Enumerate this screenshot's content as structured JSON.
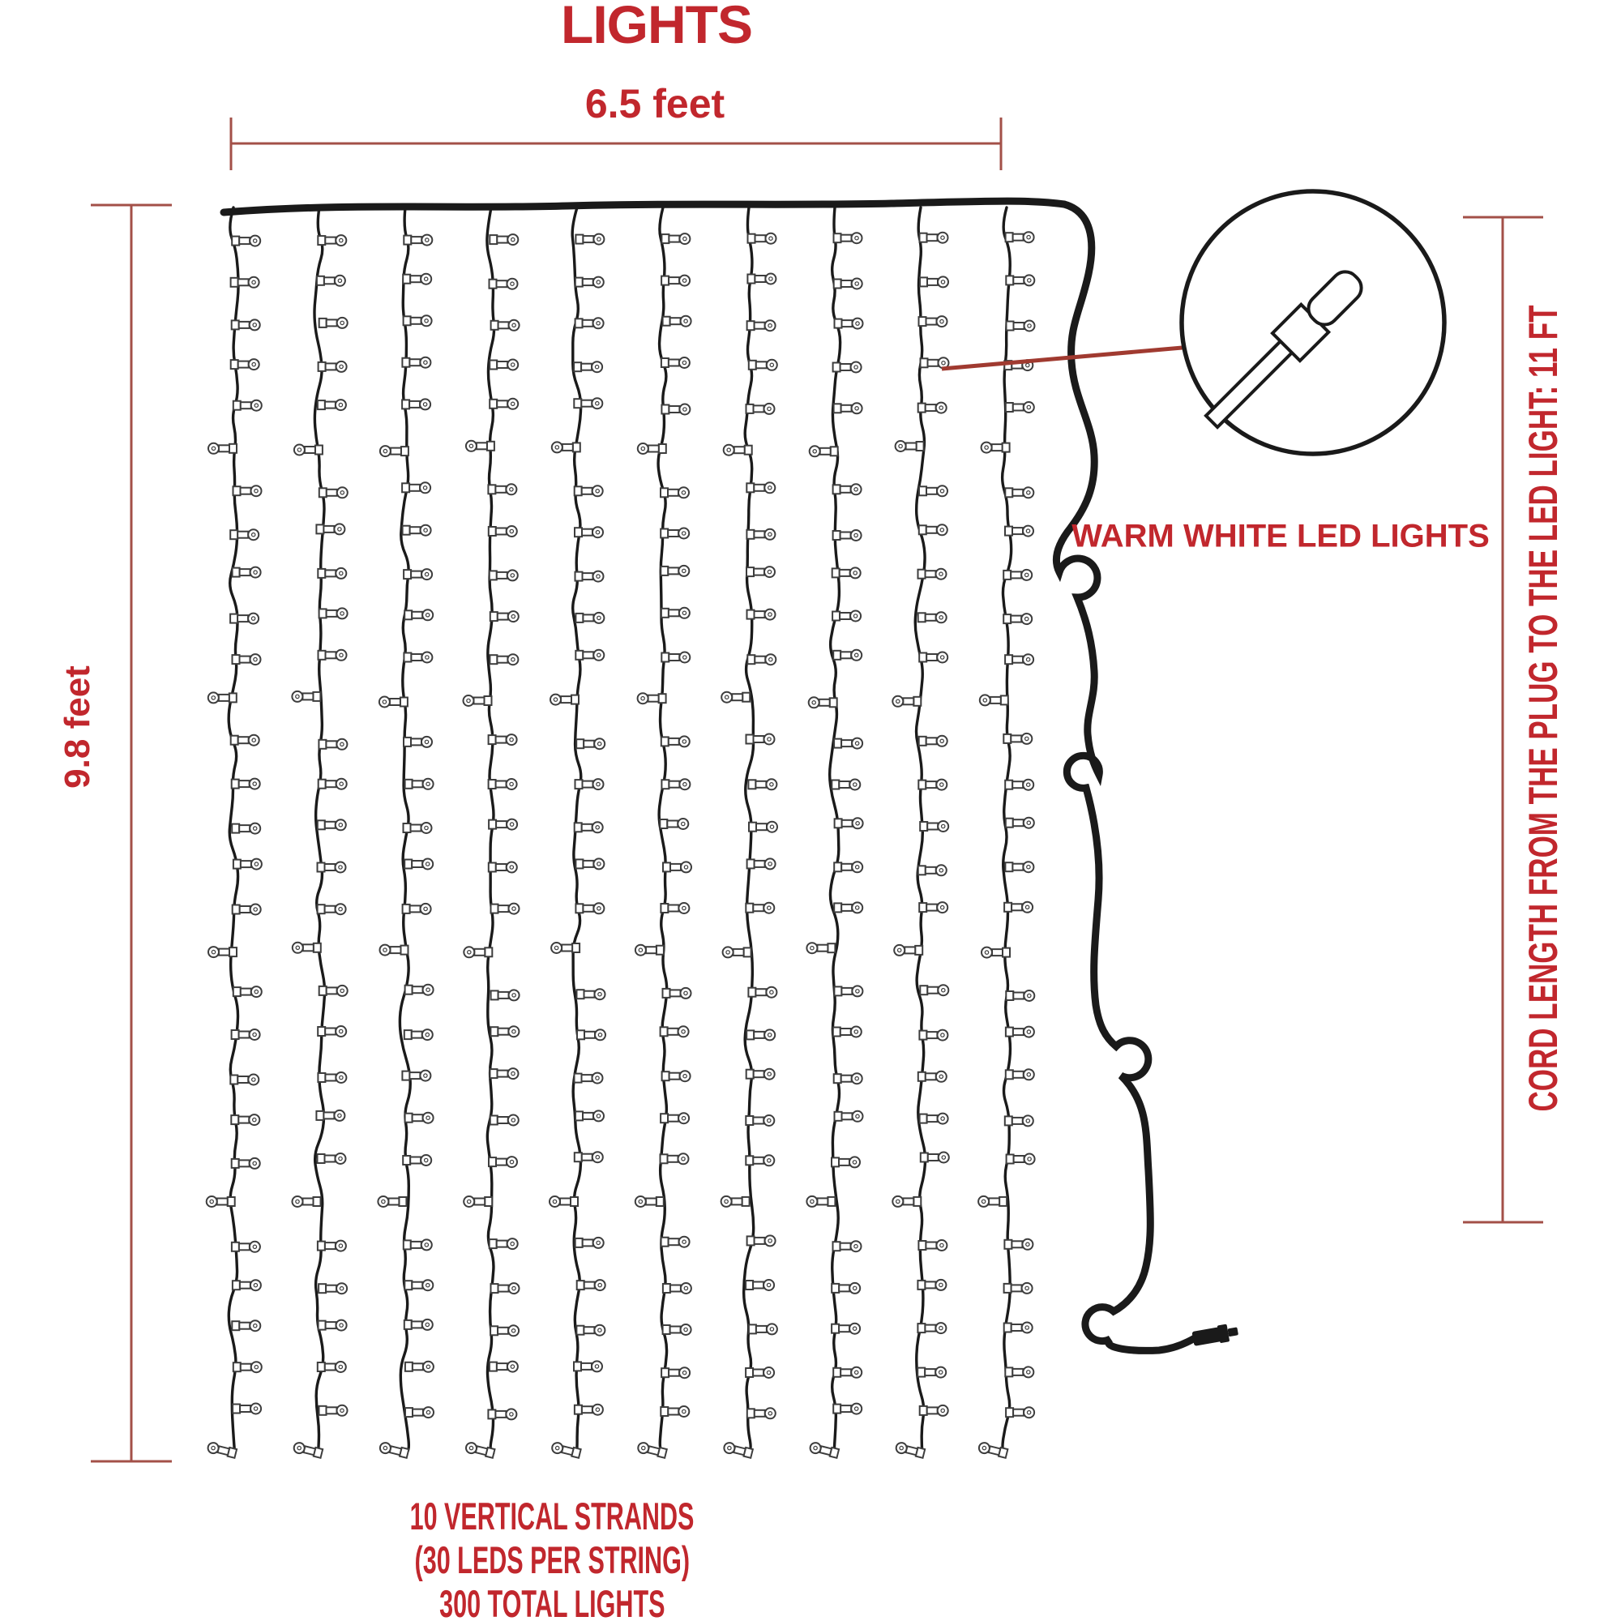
{
  "title": "LIGHTS",
  "dimensions": {
    "width_label": "6.5 feet",
    "height_label": "9.8 feet",
    "cord_length_label": "CORD LENGTH FROM THE PLUG TO THE LED LIGHT: 11 FT"
  },
  "callout": {
    "line1": "WARM WHITE LED",
    "line2": "LIGHTS"
  },
  "caption": {
    "line1": "10 VERTICAL STRANDS",
    "line2": "(30 LEDS PER STRING)",
    "line3": "300 TOTAL LIGHTS"
  },
  "diagram": {
    "strand_count": 10,
    "leds_per_strand": 30,
    "total_lights": 300,
    "left_bulb_every": 6
  },
  "colors": {
    "label_red": "#c1272d",
    "dimension_red": "#a35048",
    "annotation_red": "#a03a30",
    "ink": "#1a1a1a",
    "bulb_outline": "#3d3d3d",
    "background": "#ffffff"
  }
}
